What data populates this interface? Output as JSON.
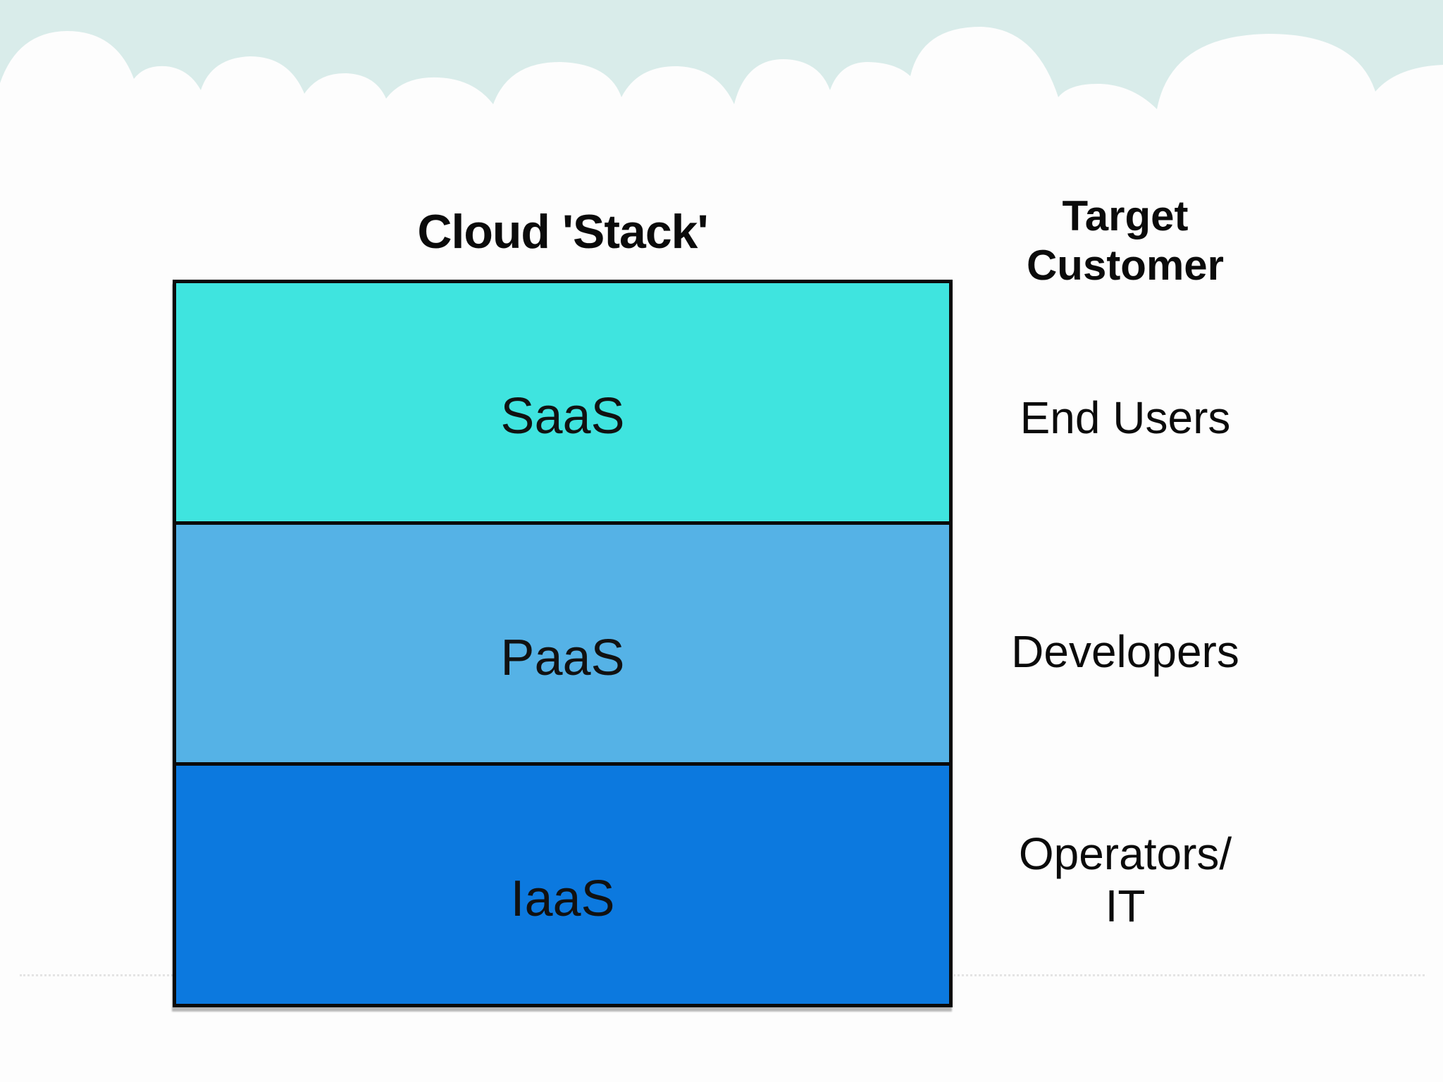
{
  "diagram": {
    "title": "Cloud 'Stack'",
    "layers": [
      {
        "label": "SaaS",
        "color": "#3FE4DF"
      },
      {
        "label": "PaaS",
        "color": "#55B2E6"
      },
      {
        "label": "IaaS",
        "color": "#0C79DF"
      }
    ]
  },
  "right_column": {
    "header_line1": "Target",
    "header_line2": "Customer",
    "customers": [
      {
        "label": "End Users"
      },
      {
        "label": "Developers"
      },
      {
        "label_line1": "Operators/",
        "label_line2": "IT"
      }
    ]
  },
  "colors": {
    "sky": "#D9ECEA",
    "cloud": "#FDFDFD",
    "box_border": "#0A0A0A",
    "text": "#0B0B0B",
    "dotted_line": "#E4E4E4"
  }
}
